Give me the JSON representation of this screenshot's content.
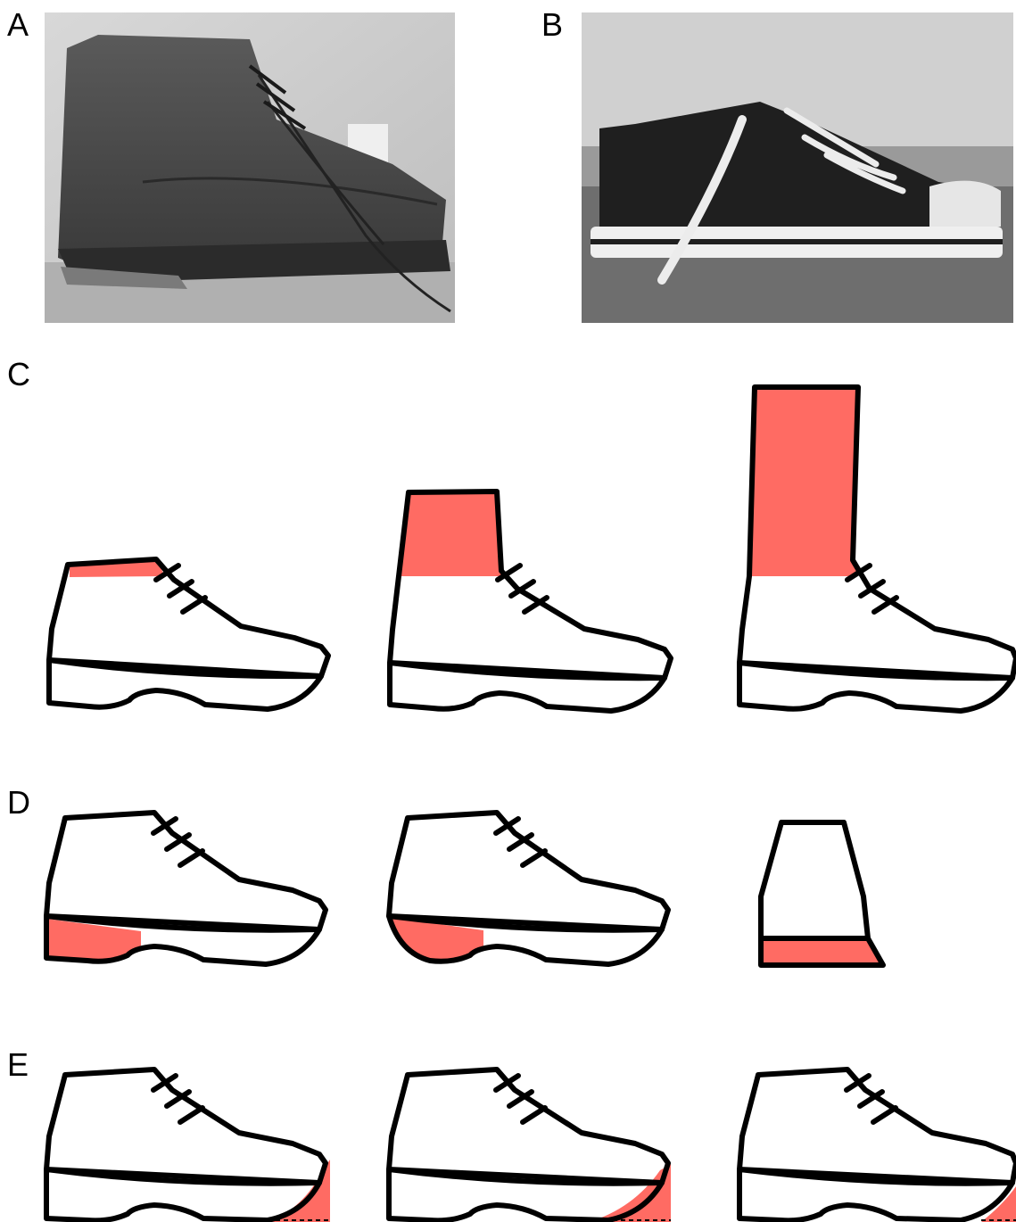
{
  "panels": {
    "a": {
      "letter": "A"
    },
    "b": {
      "letter": "B"
    },
    "c": {
      "letter": "C"
    },
    "d": {
      "letter": "D"
    },
    "e": {
      "letter": "E"
    }
  },
  "colors": {
    "highlight": "#ff6b63",
    "outline": "#000000",
    "photo_a_bg": "#c9c9c9",
    "photo_b_wall": "#cfcfcf",
    "photo_b_floor": "#6e6e6e"
  },
  "photos": {
    "a": {
      "subject": "leather-lace-up-boot-photo"
    },
    "b": {
      "subject": "canvas-sneaker-photo"
    }
  }
}
